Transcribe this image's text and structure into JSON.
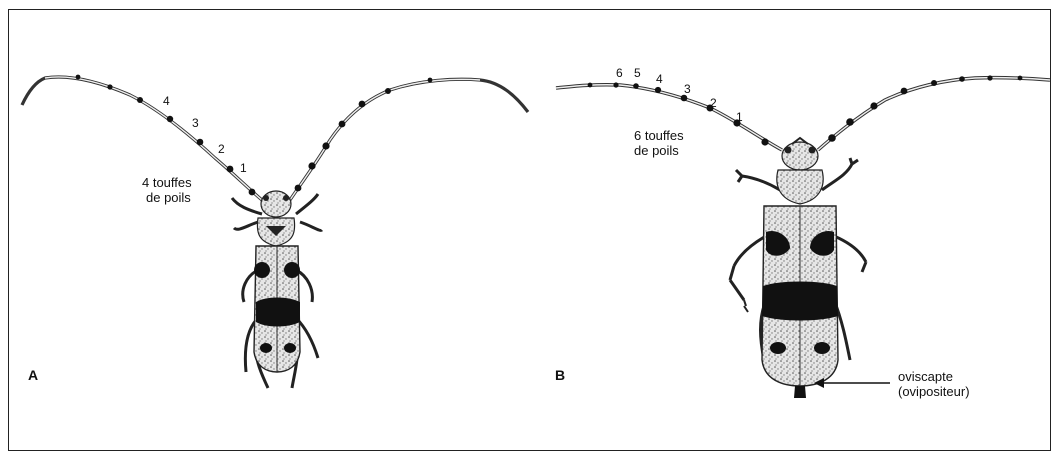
{
  "panel_a": {
    "letter": "A",
    "segment_numbers": [
      "4",
      "3",
      "2",
      "1"
    ],
    "tufts_label_line1": "4 touffes",
    "tufts_label_line2": "de poils"
  },
  "panel_b": {
    "letter": "B",
    "segment_numbers": [
      "6",
      "5",
      "4",
      "3",
      "2",
      "1"
    ],
    "tufts_label_line1": "6 touffes",
    "tufts_label_line2": "de poils",
    "ovipositor_line1": "oviscapte",
    "ovipositor_line2": "(ovipositeur)"
  },
  "colors": {
    "ink": "#111111",
    "beetle_pale": "#d9d9d9",
    "border": "#222222"
  }
}
